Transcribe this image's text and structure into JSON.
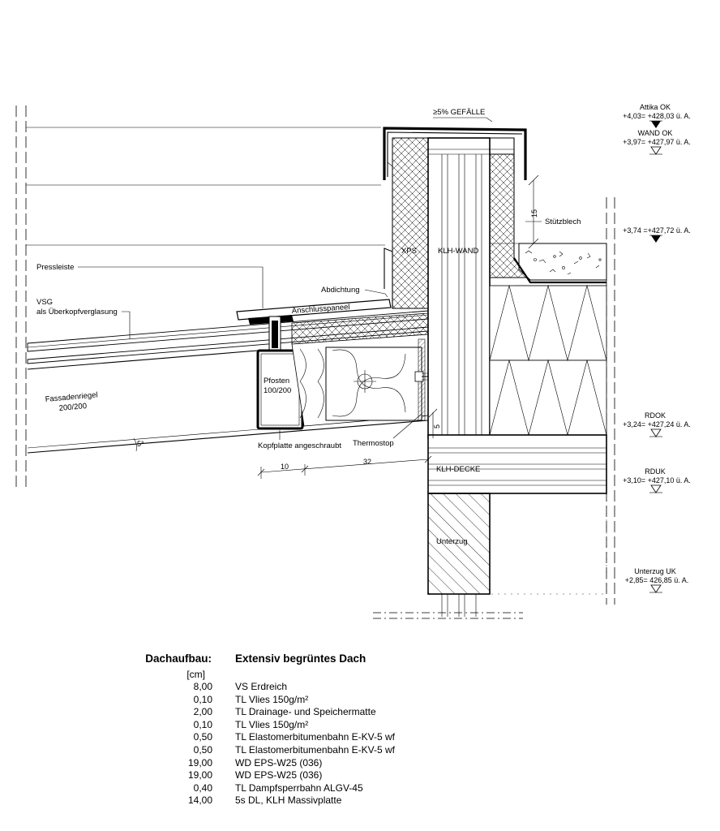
{
  "drawing": {
    "labels": {
      "slope": "≥5% GEFÄLLE",
      "pressleiste": "Pressleiste",
      "vsg_line1": "VSG",
      "vsg_line2": "als Überkopfverglasung",
      "fassadenriegel_line1": "Fassadenriegel",
      "fassadenriegel_line2": "200/200",
      "pfosten_line1": "Pfosten",
      "pfosten_line2": "100/200",
      "xps": "XPS",
      "klh_wand": "KLH-WAND",
      "abdichtung": "Abdichtung",
      "anschlusspaneel": "Anschlusspaneel",
      "stuetzblech": "Stützblech",
      "kopfplatte": "Kopfplatte angeschraubt",
      "thermostop": "Thermostop",
      "klh_decke": "KLH-DECKE",
      "unterzug": "Unterzug",
      "angle": "5°"
    },
    "dimensions": {
      "d15": "15",
      "d5": "5",
      "d10": "10",
      "d32": "32"
    },
    "levels": {
      "attika_title": "Attika OK",
      "attika_value": "+4,03= +428,03 ü. A.",
      "wand_title": "WAND OK",
      "wand_value": "+3,97= +427,97 ü. A.",
      "stuetz_value": "+3,74 =+427,72 ü. A.",
      "rdok_title": "RDOK",
      "rdok_value": "+3,24= +427,24 ü. A.",
      "rduk_title": "RDUK",
      "rduk_value": "+3,10= +427,10 ü. A.",
      "unterzug_title": "Unterzug UK",
      "unterzug_value": "+2,85= 426,85 ü. A."
    }
  },
  "roof_table": {
    "heading_left": "Dachaufbau:",
    "heading_right": "Extensiv begrüntes Dach",
    "unit": "[cm]",
    "rows": [
      {
        "thickness": "8,00",
        "material": "VS Erdreich"
      },
      {
        "thickness": "0,10",
        "material": "TL Vlies 150g/m²"
      },
      {
        "thickness": "2,00",
        "material": "TL Drainage- und Speichermatte"
      },
      {
        "thickness": "0,10",
        "material": "TL Vlies 150g/m²"
      },
      {
        "thickness": "0,50",
        "material": "TL Elastomerbitumenbahn E-KV-5 wf"
      },
      {
        "thickness": "0,50",
        "material": "TL Elastomerbitumenbahn E-KV-5 wf"
      },
      {
        "thickness": "19,00",
        "material": "WD EPS-W25 (036)"
      },
      {
        "thickness": "19,00",
        "material": "WD EPS-W25 (036)"
      },
      {
        "thickness": "0,40",
        "material": "TL Dampfsperrbahn ALGV-45"
      },
      {
        "thickness": "14,00",
        "material": "5s DL, KLH Massivplatte"
      }
    ]
  }
}
